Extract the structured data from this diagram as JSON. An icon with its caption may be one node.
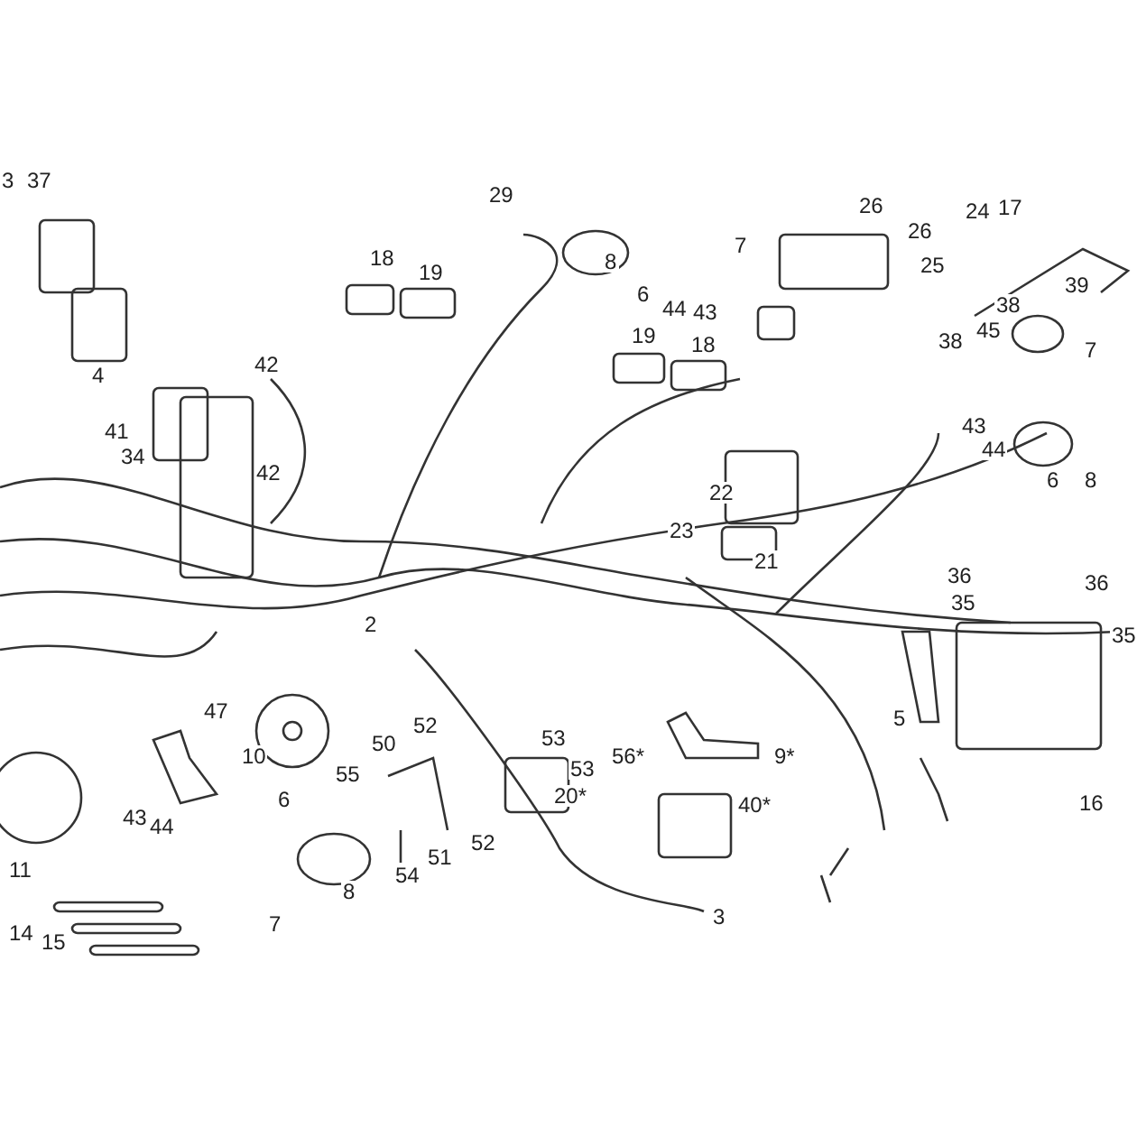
{
  "diagram": {
    "labels": [
      "3",
      "37",
      "29",
      "26",
      "7",
      "26",
      "24",
      "17",
      "18",
      "8",
      "19",
      "25",
      "39",
      "6",
      "44",
      "43",
      "4",
      "19",
      "18",
      "38",
      "42",
      "38",
      "45",
      "7",
      "41",
      "34",
      "43",
      "42",
      "44",
      "22",
      "6",
      "8",
      "23",
      "21",
      "2",
      "36",
      "36",
      "35",
      "35",
      "47",
      "5",
      "10",
      "52",
      "56*",
      "9*",
      "50",
      "53",
      "55",
      "53",
      "20*",
      "40*",
      "43",
      "44",
      "6",
      "16",
      "52",
      "51",
      "54",
      "8",
      "11",
      "7",
      "14",
      "3",
      "15"
    ]
  }
}
